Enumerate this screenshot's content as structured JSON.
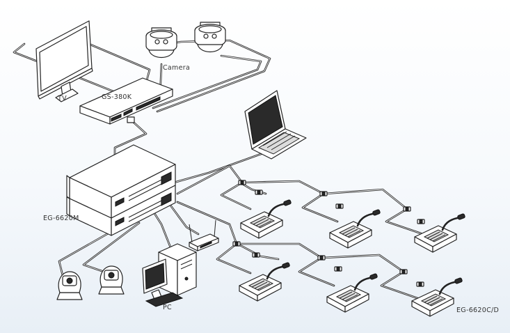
{
  "labels": {
    "tv": "TV",
    "camera": "Camera",
    "switch": "GS-380K",
    "main_unit": "EG-6620M",
    "pc": "PC",
    "delegate_unit": "EG-6620C/D"
  },
  "icons": [
    "tv-icon",
    "camera-icon",
    "network-switch-icon",
    "laptop-icon",
    "main-unit-icon",
    "router-icon",
    "pc-icon",
    "conference-microphone-icon"
  ]
}
